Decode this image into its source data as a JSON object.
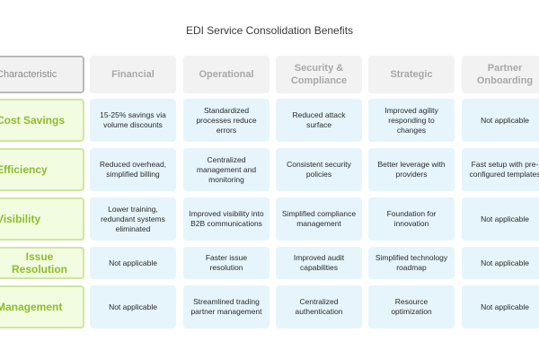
{
  "title": "EDI Service Consolidation Benefits",
  "corner_label": "Characteristic",
  "columns": [
    "Financial",
    "Operational",
    "Security & Compliance",
    "Strategic",
    "Partner Onboarding"
  ],
  "rows": [
    {
      "label": "Cost Savings",
      "cells": [
        "15-25% savings via volume discounts",
        "Standardized processes reduce errors",
        "Reduced attack surface",
        "Improved agility responding to changes",
        "Not applicable"
      ]
    },
    {
      "label": "Efficiency",
      "cells": [
        "Reduced overhead, simplified billing",
        "Centralized management and monitoring",
        "Consistent security policies",
        "Better leverage with providers",
        "Fast setup with pre-configured templates"
      ]
    },
    {
      "label": "Visibility",
      "cells": [
        "Lower training, redundant systems eliminated",
        "Improved visibility into B2B communications",
        "Simplified compliance management",
        "Foundation for innovation",
        "Not applicable"
      ]
    },
    {
      "label": "Issue Resolution",
      "cells": [
        "Not applicable",
        "Faster issue resolution",
        "Improved audit capabilities",
        "Simplified technology roadmap",
        "Not applicable"
      ]
    },
    {
      "label": "Management",
      "cells": [
        "Not applicable",
        "Streamlined trading partner management",
        "Centralized authentication",
        "Resource optimization",
        "Not applicable"
      ]
    }
  ]
}
